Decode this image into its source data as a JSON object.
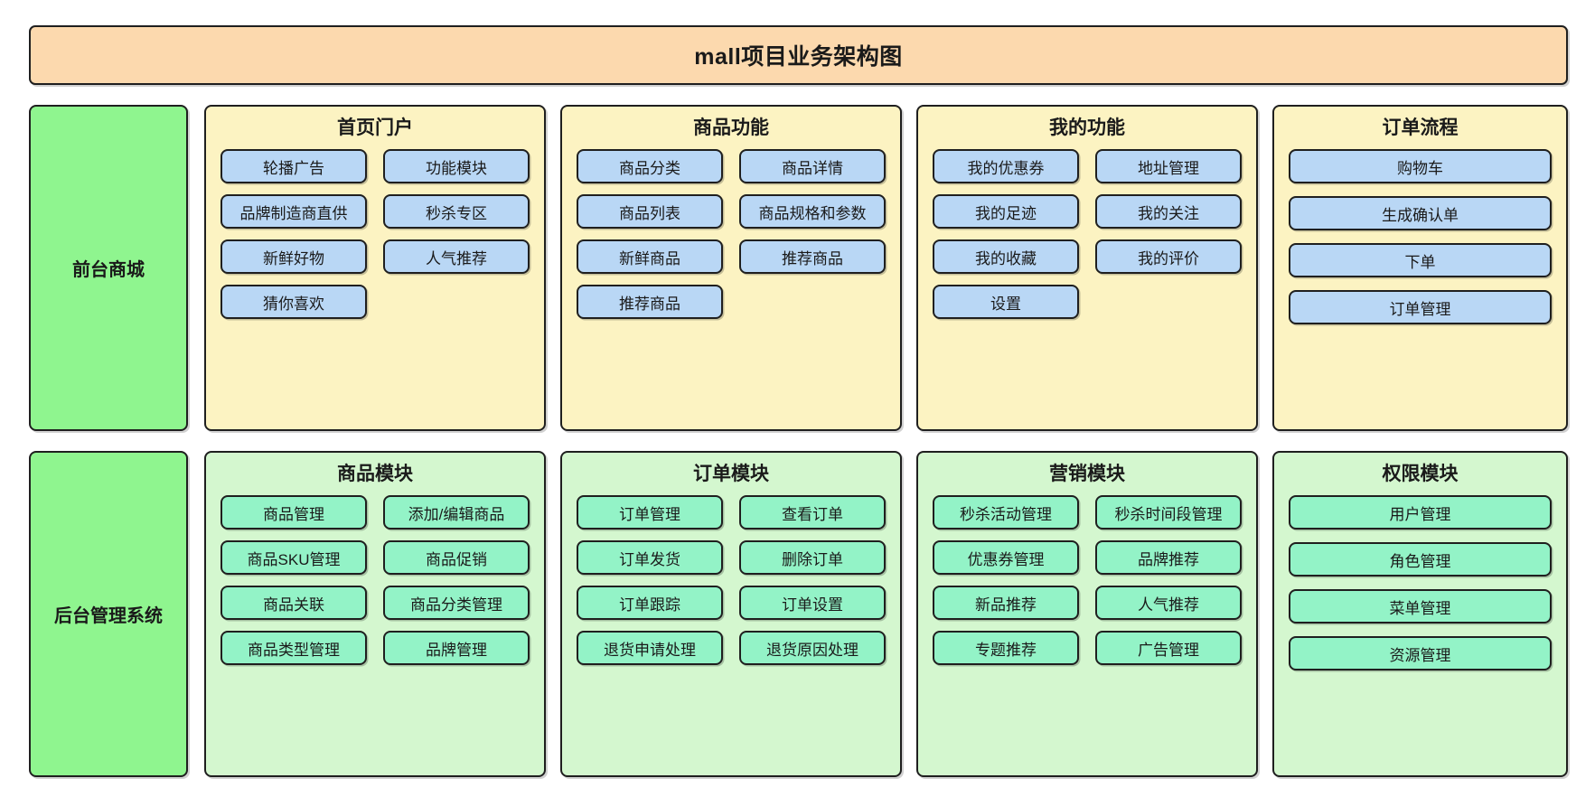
{
  "title": "mall项目业务架构图",
  "colors": {
    "title_bg": "#fcd9ae",
    "side_label_bg": "#8ff58f",
    "front_panel_bg": "#fcf3c2",
    "front_chip_bg": "#b9d7f5",
    "admin_panel_bg": "#d4f7cf",
    "admin_chip_bg": "#93f3c7",
    "border": "#1f1f1f"
  },
  "rows": [
    {
      "label": "前台商城",
      "theme": "front",
      "panels": [
        {
          "title": "首页门户",
          "layout": "two-col",
          "items": [
            "轮播广告",
            "功能模块",
            "品牌制造商直供",
            "秒杀专区",
            "新鲜好物",
            "人气推荐",
            "猜你喜欢"
          ]
        },
        {
          "title": "商品功能",
          "layout": "two-col",
          "items": [
            "商品分类",
            "商品详情",
            "商品列表",
            "商品规格和参数",
            "新鲜商品",
            "推荐商品",
            "推荐商品"
          ]
        },
        {
          "title": "我的功能",
          "layout": "two-col",
          "items": [
            "我的优惠券",
            "地址管理",
            "我的足迹",
            "我的关注",
            "我的收藏",
            "我的评价",
            "设置"
          ]
        },
        {
          "title": "订单流程",
          "layout": "one-col",
          "items": [
            "购物车",
            "生成确认单",
            "下单",
            "订单管理"
          ]
        }
      ]
    },
    {
      "label": "后台管理系统",
      "theme": "admin",
      "panels": [
        {
          "title": "商品模块",
          "layout": "two-col",
          "items": [
            "商品管理",
            "添加/编辑商品",
            "商品SKU管理",
            "商品促销",
            "商品关联",
            "商品分类管理",
            "商品类型管理",
            "品牌管理"
          ]
        },
        {
          "title": "订单模块",
          "layout": "two-col",
          "items": [
            "订单管理",
            "查看订单",
            "订单发货",
            "删除订单",
            "订单跟踪",
            "订单设置",
            "退货申请处理",
            "退货原因处理"
          ]
        },
        {
          "title": "营销模块",
          "layout": "two-col",
          "items": [
            "秒杀活动管理",
            "秒杀时间段管理",
            "优惠券管理",
            "品牌推荐",
            "新品推荐",
            "人气推荐",
            "专题推荐",
            "广告管理"
          ]
        },
        {
          "title": "权限模块",
          "layout": "one-col",
          "items": [
            "用户管理",
            "角色管理",
            "菜单管理",
            "资源管理"
          ]
        }
      ]
    }
  ]
}
